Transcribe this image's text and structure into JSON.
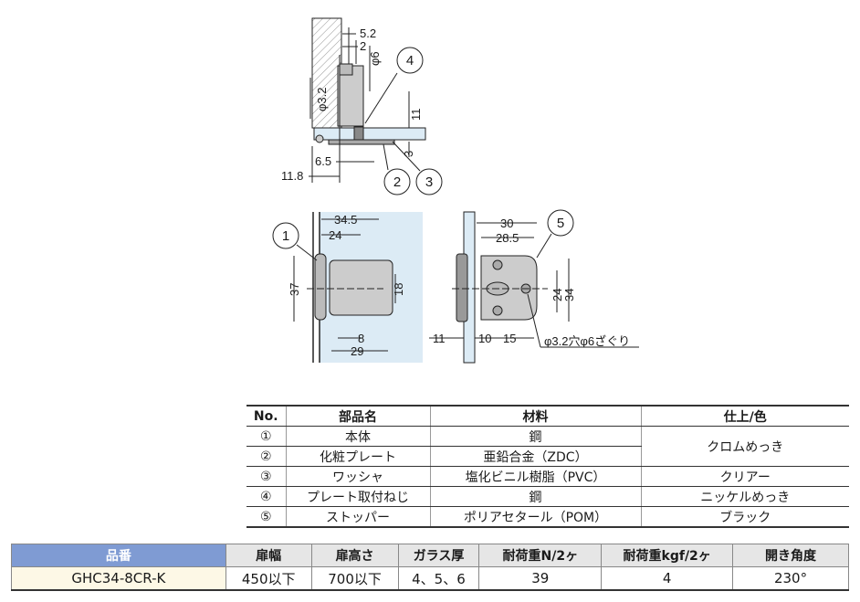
{
  "diagram_top": {
    "dims": [
      "5.2",
      "2",
      "φ6",
      "φ3.2",
      "11",
      "3",
      "6.5",
      "11.8"
    ],
    "callouts": [
      "4",
      "2",
      "3"
    ]
  },
  "diagram_front": {
    "dims": [
      "34.5",
      "24",
      "37",
      "18",
      "8",
      "29"
    ],
    "callouts": [
      "1"
    ]
  },
  "diagram_back": {
    "dims": [
      "30",
      "28.5",
      "24",
      "34",
      "11",
      "10",
      "15",
      "φ3.2穴φ6ざぐり"
    ],
    "callouts": [
      "5"
    ]
  },
  "parts_table": {
    "headers": [
      "No.",
      "部品名",
      "材料",
      "仕上/色"
    ],
    "rows": [
      {
        "no": "①",
        "name": "本体",
        "material": "鋼",
        "finish": "クロムめっき"
      },
      {
        "no": "②",
        "name": "化粧プレート",
        "material": "亜鉛合金（ZDC）"
      },
      {
        "no": "③",
        "name": "ワッシャ",
        "material": "塩化ビニル樹脂（PVC）",
        "finish": "クリアー"
      },
      {
        "no": "④",
        "name": "プレート取付ねじ",
        "material": "鋼",
        "finish": "ニッケルめっき"
      },
      {
        "no": "⑤",
        "name": "ストッパー",
        "material": "ポリアセタール（POM）",
        "finish": "ブラック"
      }
    ]
  },
  "spec_table": {
    "headers": [
      "品番",
      "扉幅",
      "扉高さ",
      "ガラス厚",
      "耐荷重N/2ヶ",
      "耐荷重kgf/2ヶ",
      "開き角度"
    ],
    "row": [
      "GHC34-8CR-K",
      "450以下",
      "700以下",
      "4、5、6",
      "39",
      "4",
      "230°"
    ]
  },
  "colors": {
    "header_accent": "#7f9bd3",
    "glass": "#dcebf5",
    "part_no_bg": "#fdf8e6"
  }
}
